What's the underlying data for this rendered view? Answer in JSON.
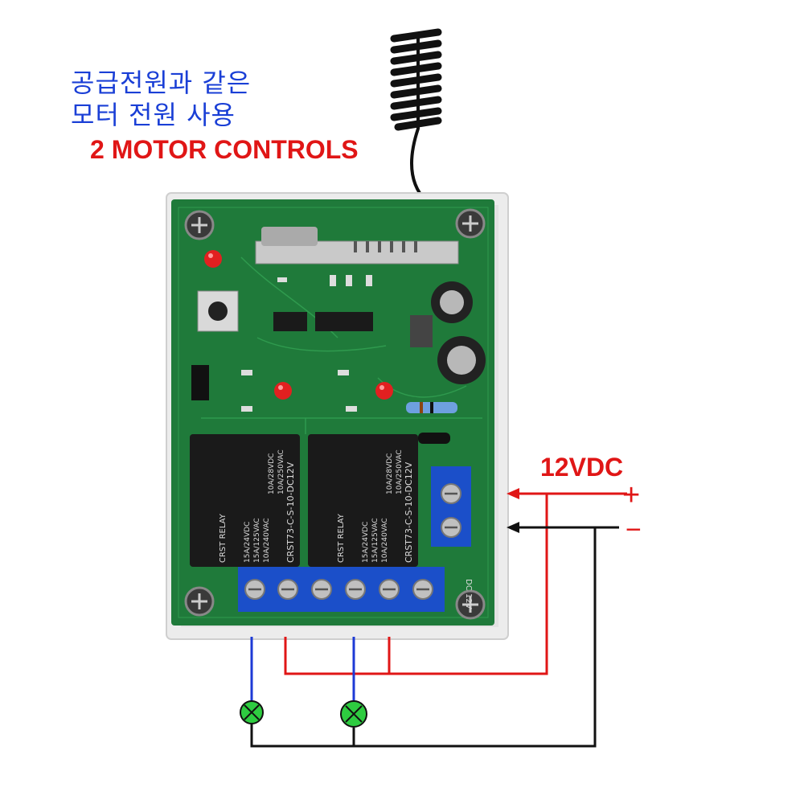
{
  "header": {
    "line1": "공급전원과  같은",
    "line2": "모터  전원  사용",
    "subtitle": "2 MOTOR CONTROLS"
  },
  "power": {
    "voltage": "12VDC",
    "plus": "+",
    "minus": "−"
  },
  "board": {
    "relay1": {
      "brand": "CRST RELAY",
      "ratings": [
        "10A/28VDC",
        "10A/250VAC"
      ],
      "ratings2": [
        "15A/24VDC",
        "15A/125VAC",
        "10A/240VAC"
      ],
      "model": "CRST73-C-S-10-DC12V"
    },
    "relay2": {
      "brand": "CRST RELAY",
      "ratings": [
        "10A/28VDC",
        "10A/250VAC"
      ],
      "ratings2": [
        "15A/24VDC",
        "15A/125VAC",
        "10A/240VAC"
      ],
      "model": "CRST73-C-S-10-DC12V"
    },
    "dc_label": "DC 12V"
  },
  "colors": {
    "pcb": "#1f7a3a",
    "pcb_dark": "#165c2a",
    "enclosure": "#ececec",
    "terminal_blue": "#1b4fc9",
    "wire_red": "#e01616",
    "wire_blue": "#1d3ad6",
    "wire_black": "#111111",
    "lamp": "#2ecc40",
    "relay_black": "#1a1a1a"
  },
  "icons": {
    "lamp": "lamp-icon",
    "screw": "screw-icon",
    "led": "led-icon",
    "antenna": "antenna-icon"
  }
}
